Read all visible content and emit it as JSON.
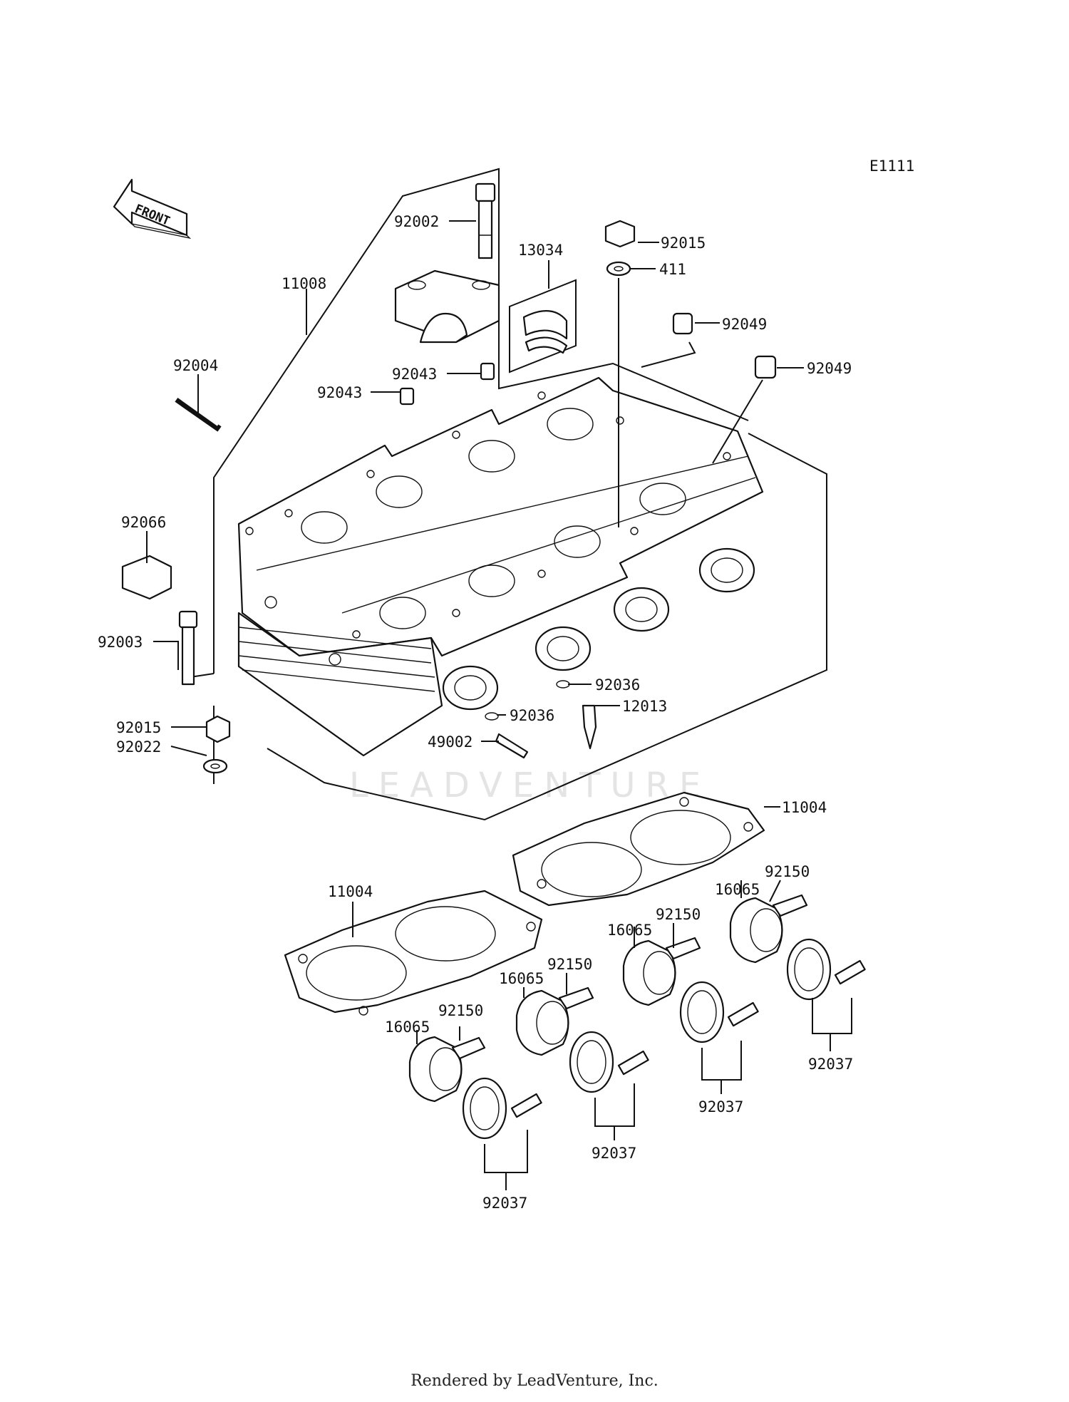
{
  "diagram_code": "E1111",
  "front_arrow_label": "FRONT",
  "watermark": "LEADVENTURE",
  "footer": "Rendered by LeadVenture, Inc.",
  "callouts": {
    "c11008": "11008",
    "c92002": "92002",
    "c13034": "13034",
    "c92015_top": "92015",
    "c411": "411",
    "c92049_a": "92049",
    "c92049_b": "92049",
    "c92004": "92004",
    "c92043_a": "92043",
    "c92043_b": "92043",
    "c92066": "92066",
    "c92003": "92003",
    "c92015_bot": "92015",
    "c92022": "92022",
    "c92036_a": "92036",
    "c92036_b": "92036",
    "c12013": "12013",
    "c49002": "49002",
    "c11004_a": "11004",
    "c11004_b": "11004",
    "c92150_a": "92150",
    "c92150_b": "92150",
    "c92150_c": "92150",
    "c92150_d": "92150",
    "c16065_a": "16065",
    "c16065_b": "16065",
    "c16065_c": "16065",
    "c16065_d": "16065",
    "c92037_a": "92037",
    "c92037_b": "92037",
    "c92037_c": "92037",
    "c92037_d": "92037"
  }
}
